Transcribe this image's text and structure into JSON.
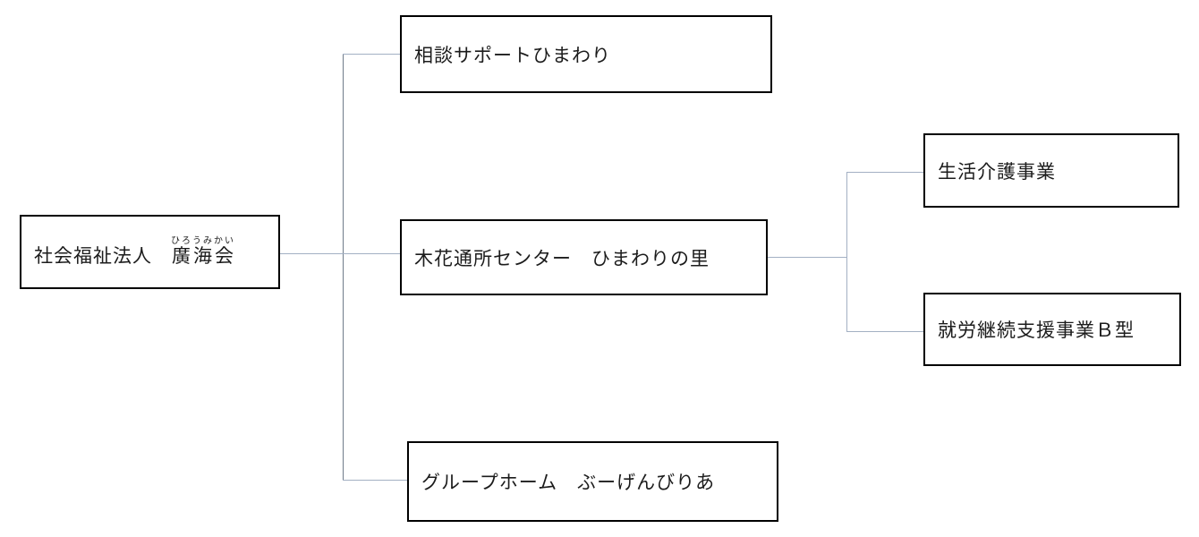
{
  "colors": {
    "background": "#ffffff",
    "box_border": "#000000",
    "text": "#1c1c1c",
    "connector": "#a3b0c3",
    "trunk": "#6f7b8a"
  },
  "boxes": {
    "root": {
      "prefix": "社会福祉法人　",
      "name": "廣海会",
      "furigana": "ひろうみかい"
    },
    "soudan": {
      "label": "相談サポートひまわり"
    },
    "kibana": {
      "label": "木花通所センター　ひまわりの里"
    },
    "group": {
      "label": "グループホーム　ぶーげんびりあ"
    },
    "seikatsu": {
      "label": "生活介護事業"
    },
    "shurou": {
      "label": "就労継続支援事業Ｂ型"
    }
  }
}
